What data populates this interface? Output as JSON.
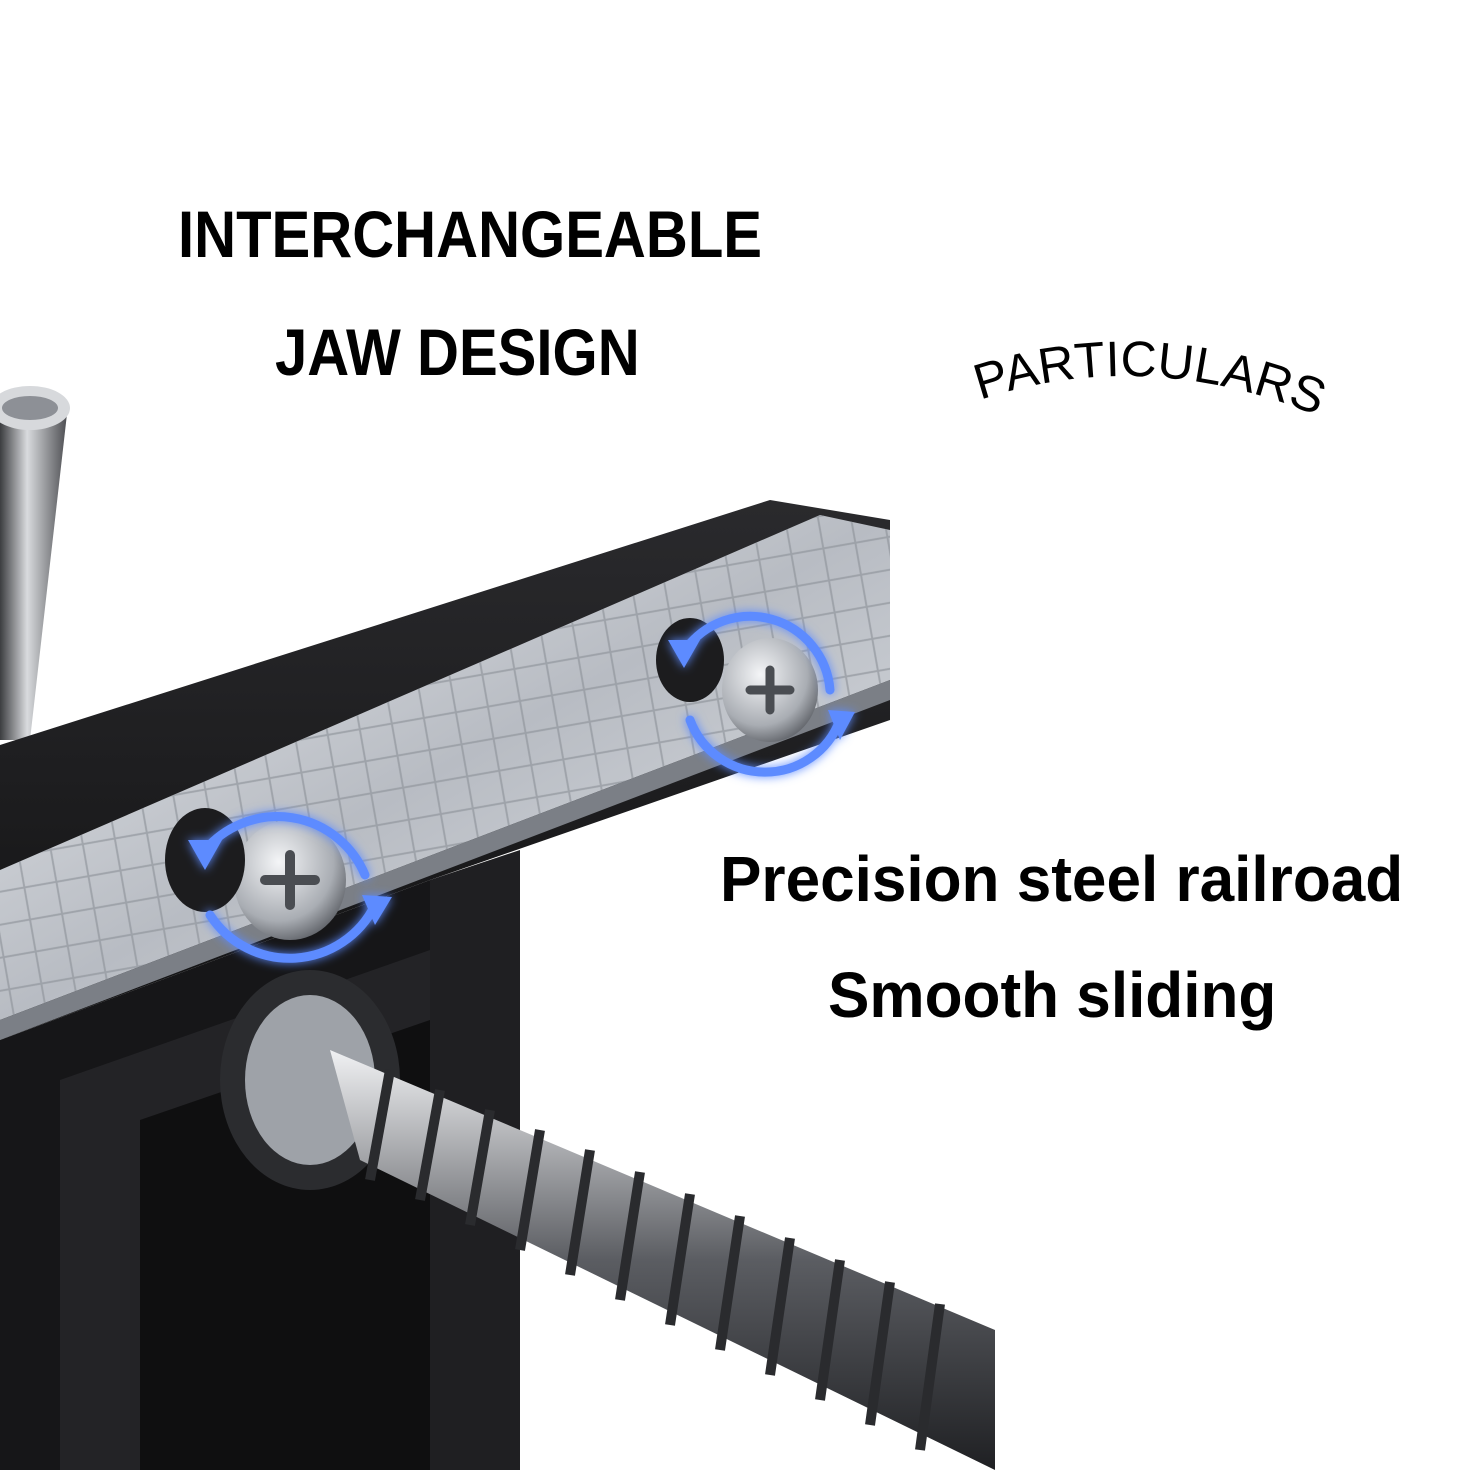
{
  "headline": {
    "line1": "INTERCHANGEABLE",
    "line2": "JAW DESIGN"
  },
  "badge": {
    "text": "PARTICULARS"
  },
  "feature": {
    "line1": "Precision steel railroad",
    "line2": "Smooth sliding"
  },
  "colors": {
    "background": "#ffffff",
    "text": "#000000",
    "vise_body": "#1b1b1d",
    "steel": "#c9ccd1",
    "glow": "#3f74ff"
  },
  "icons": [
    "rotate-arrows-icon",
    "phillips-screw-icon"
  ]
}
